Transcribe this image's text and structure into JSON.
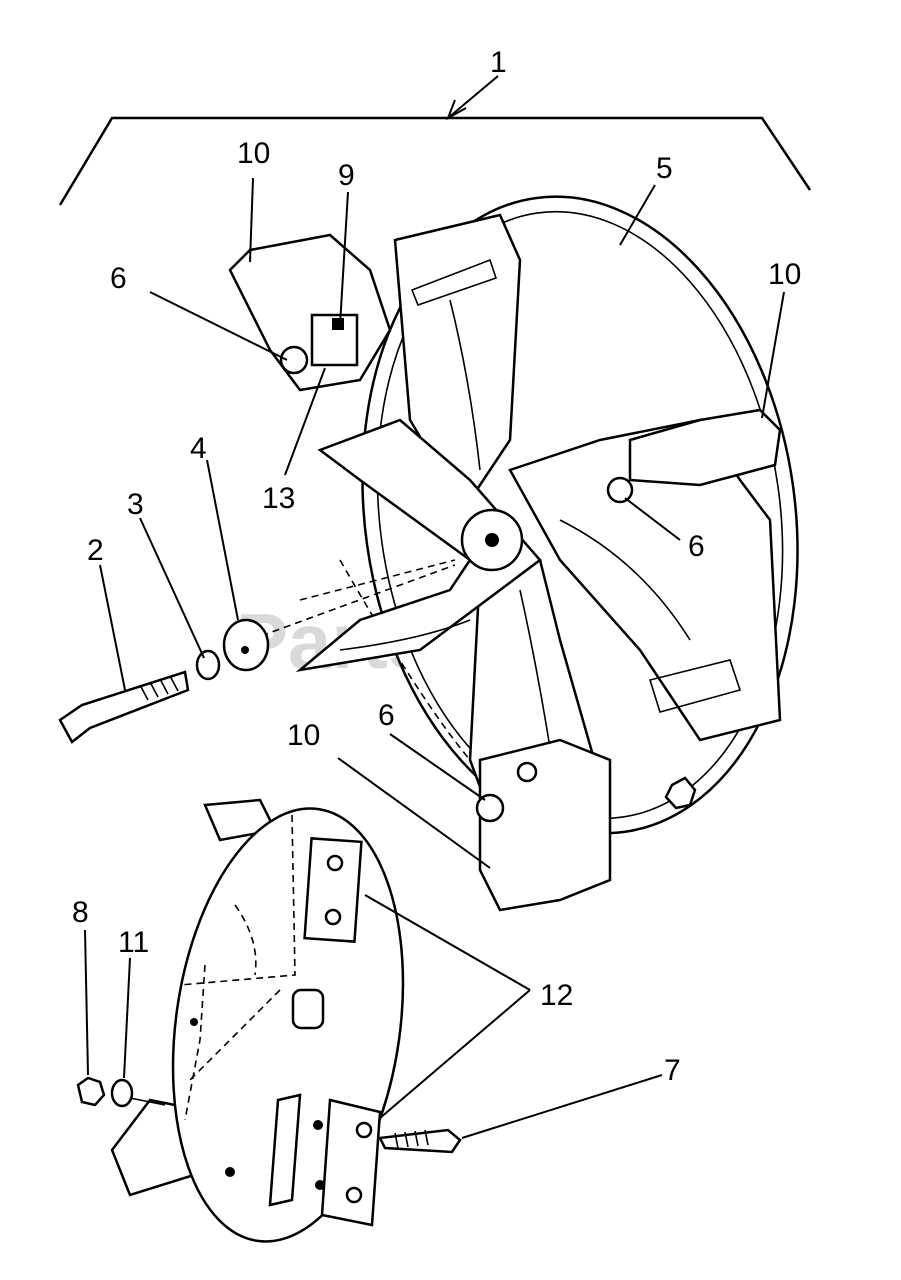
{
  "watermark": "PartsTree",
  "callouts": [
    {
      "id": "c1",
      "text": "1"
    },
    {
      "id": "c10a",
      "text": "10"
    },
    {
      "id": "c9",
      "text": "9"
    },
    {
      "id": "c5",
      "text": "5"
    },
    {
      "id": "c6a",
      "text": "6"
    },
    {
      "id": "c10b",
      "text": "10"
    },
    {
      "id": "c4",
      "text": "4"
    },
    {
      "id": "c13",
      "text": "13"
    },
    {
      "id": "c3",
      "text": "3"
    },
    {
      "id": "c2",
      "text": "2"
    },
    {
      "id": "c6b",
      "text": "6"
    },
    {
      "id": "c6c",
      "text": "6"
    },
    {
      "id": "c10c",
      "text": "10"
    },
    {
      "id": "c8",
      "text": "8"
    },
    {
      "id": "c11",
      "text": "11"
    },
    {
      "id": "c12",
      "text": "12"
    },
    {
      "id": "c7",
      "text": "7"
    }
  ]
}
